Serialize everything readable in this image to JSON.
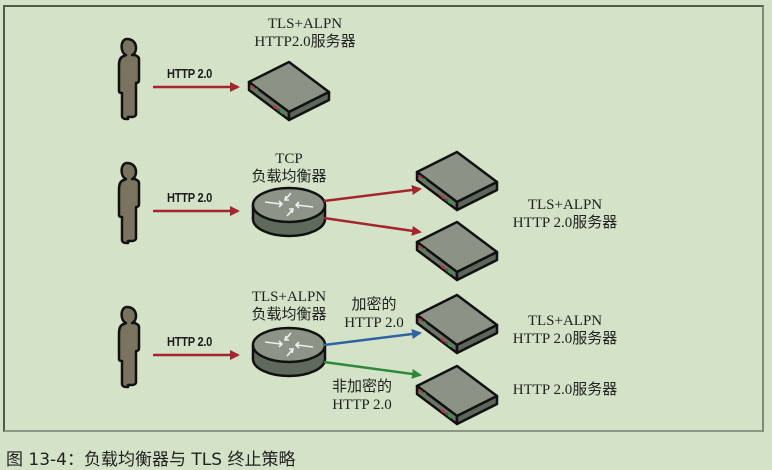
{
  "caption": "图 13-4：负载均衡器与 TLS 终止策略",
  "colors": {
    "background": "#d4e3c7",
    "red_arrow": "#a3262e",
    "blue_arrow": "#2e62a0",
    "green_arrow": "#2e8a3a",
    "device_fill": "#7a8577",
    "person_fill": "#7a7360"
  },
  "row1": {
    "arrow_label": "HTTP 2.0",
    "server_label_line1": "TLS+ALPN",
    "server_label_line2": "HTTP2.0服务器"
  },
  "row2": {
    "arrow_label": "HTTP 2.0",
    "balancer_label_line1": "TCP",
    "balancer_label_line2": "负载均衡器",
    "server_label_line1": "TLS+ALPN",
    "server_label_line2": "HTTP 2.0服务器"
  },
  "row3": {
    "arrow_label": "HTTP 2.0",
    "balancer_label_line1": "TLS+ALPN",
    "balancer_label_line2": "负载均衡器",
    "encrypted_label_line1": "加密的",
    "encrypted_label_line2": "HTTP 2.0",
    "unencrypted_label_line1": "非加密的",
    "unencrypted_label_line2": "HTTP 2.0",
    "server1_label_line1": "TLS+ALPN",
    "server1_label_line2": "HTTP 2.0服务器",
    "server2_label": "HTTP 2.0服务器"
  }
}
